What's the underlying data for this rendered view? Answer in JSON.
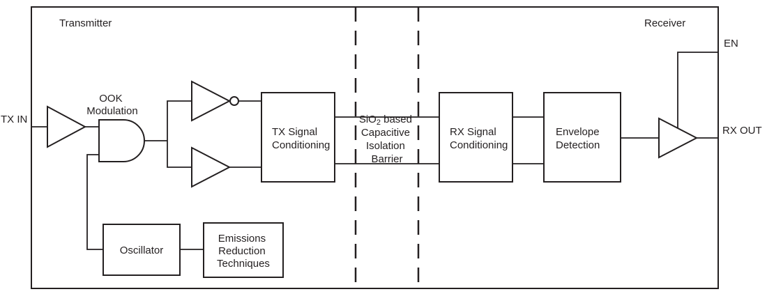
{
  "diagram": {
    "title_left": "Transmitter",
    "title_right": "Receiver",
    "ports": {
      "tx_in": "TX IN",
      "rx_out": "RX OUT",
      "en": "EN"
    },
    "labels": {
      "ook": {
        "line1": "OOK",
        "line2": "Modulation"
      },
      "barrier": {
        "l1_base": "SiO",
        "l1_sub": "2",
        "l1_rest": " based",
        "l2": "Capacitive",
        "l3": "Isolation",
        "l4": "Barrier"
      }
    },
    "blocks": {
      "tx_signal_conditioning": {
        "line1": "TX Signal",
        "line2": "Conditioning"
      },
      "rx_signal_conditioning": {
        "line1": "RX Signal",
        "line2": "Conditioning"
      },
      "envelope_detection": {
        "line1": "Envelope",
        "line2": "Detection"
      },
      "oscillator": {
        "line1": "Oscillator"
      },
      "emissions_reduction": {
        "line1": "Emissions",
        "line2": "Reduction",
        "line3": "Techniques"
      }
    },
    "colors": {
      "line": "#231f20",
      "background": "#ffffff"
    }
  }
}
